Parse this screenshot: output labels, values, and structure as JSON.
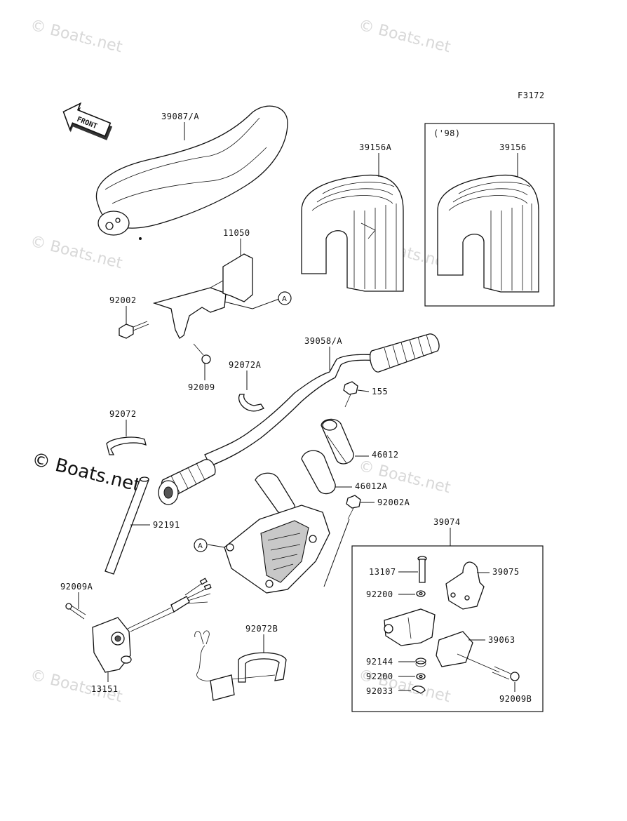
{
  "figure_code": "F3172",
  "year_note": "('98)",
  "front_label": "FRONT",
  "ref_a": "A",
  "watermark": "© Boats.net",
  "watermark_big": "© Boats.net",
  "labels": {
    "p39087": "39087/A",
    "p39156A": "39156A",
    "p39156": "39156",
    "p11050": "11050",
    "p92002": "92002",
    "p92009": "92009",
    "p92072A": "92072A",
    "p39058": "39058/A",
    "p155": "155",
    "p92072": "92072",
    "p46012": "46012",
    "p46012A": "46012A",
    "p92002A": "92002A",
    "p92191": "92191",
    "p39074": "39074",
    "p13107": "13107",
    "p39075": "39075",
    "p92200a": "92200",
    "p92009A": "92009A",
    "p92072B": "92072B",
    "p39063": "39063",
    "p92144": "92144",
    "p92200b": "92200",
    "p92033": "92033",
    "p13151": "13151",
    "p92009B": "92009B"
  }
}
